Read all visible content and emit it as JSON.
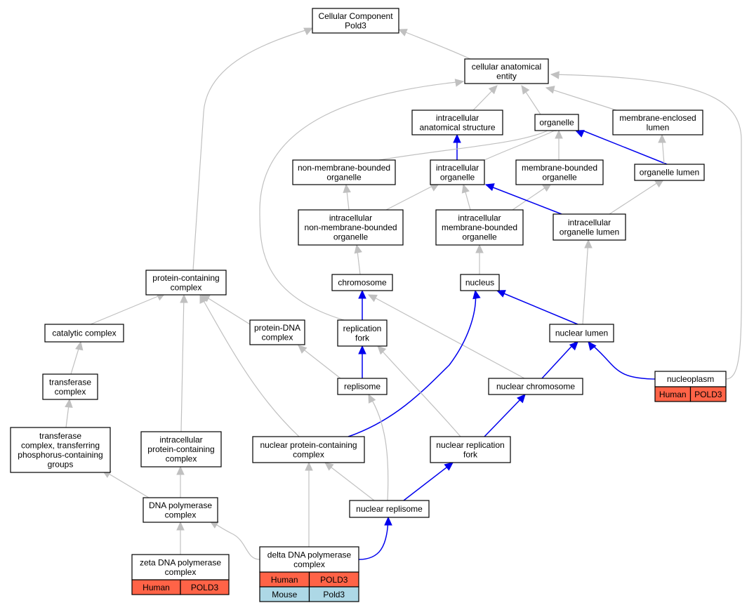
{
  "nodes": {
    "cellular_component": {
      "lines": [
        "Cellular Component",
        "Pold3"
      ]
    },
    "cellular_anatomical_entity": {
      "lines": [
        "cellular anatomical",
        "entity"
      ]
    },
    "intracellular_anatomical_structure": {
      "lines": [
        "intracellular",
        "anatomical structure"
      ]
    },
    "organelle": {
      "lines": [
        "organelle"
      ]
    },
    "membrane_enclosed_lumen": {
      "lines": [
        "membrane-enclosed",
        "lumen"
      ]
    },
    "non_membrane_bounded_organelle": {
      "lines": [
        "non-membrane-bounded",
        "organelle"
      ]
    },
    "intracellular_organelle": {
      "lines": [
        "intracellular",
        "organelle"
      ]
    },
    "membrane_bounded_organelle": {
      "lines": [
        "membrane-bounded",
        "organelle"
      ]
    },
    "organelle_lumen": {
      "lines": [
        "organelle lumen"
      ]
    },
    "intracellular_non_membrane_bounded_organelle": {
      "lines": [
        "intracellular",
        "non-membrane-bounded",
        "organelle"
      ]
    },
    "intracellular_membrane_bounded_organelle": {
      "lines": [
        "intracellular",
        "membrane-bounded",
        "organelle"
      ]
    },
    "intracellular_organelle_lumen": {
      "lines": [
        "intracellular",
        "organelle lumen"
      ]
    },
    "protein_containing_complex": {
      "lines": [
        "protein-containing",
        "complex"
      ]
    },
    "chromosome": {
      "lines": [
        "chromosome"
      ]
    },
    "nucleus": {
      "lines": [
        "nucleus"
      ]
    },
    "catalytic_complex": {
      "lines": [
        "catalytic complex"
      ]
    },
    "protein_dna_complex": {
      "lines": [
        "protein-DNA",
        "complex"
      ]
    },
    "replication_fork": {
      "lines": [
        "replication",
        "fork"
      ]
    },
    "nuclear_lumen": {
      "lines": [
        "nuclear lumen"
      ]
    },
    "transferase_complex": {
      "lines": [
        "transferase",
        "complex"
      ]
    },
    "replisome": {
      "lines": [
        "replisome"
      ]
    },
    "nuclear_chromosome": {
      "lines": [
        "nuclear chromosome"
      ]
    },
    "nucleoplasm": {
      "lines": [
        "nucleoplasm"
      ]
    },
    "transferase_complex_phospho": {
      "lines": [
        "transferase",
        "complex, transferring",
        "phosphorus-containing",
        "groups"
      ]
    },
    "intracellular_protein_containing_complex": {
      "lines": [
        "intracellular",
        "protein-containing",
        "complex"
      ]
    },
    "nuclear_protein_containing_complex": {
      "lines": [
        "nuclear protein-containing",
        "complex"
      ]
    },
    "nuclear_replication_fork": {
      "lines": [
        "nuclear replication",
        "fork"
      ]
    },
    "dna_polymerase_complex": {
      "lines": [
        "DNA polymerase",
        "complex"
      ]
    },
    "nuclear_replisome": {
      "lines": [
        "nuclear replisome"
      ]
    },
    "zeta_dna_polymerase_complex": {
      "lines": [
        "zeta DNA polymerase",
        "complex"
      ]
    },
    "delta_dna_polymerase_complex": {
      "lines": [
        "delta DNA polymerase",
        "complex"
      ]
    }
  },
  "annotations": {
    "nucleoplasm": [
      {
        "species": "Human",
        "gene": "POLD3",
        "color": "#ff6347"
      }
    ],
    "zeta_dna_polymerase_complex": [
      {
        "species": "Human",
        "gene": "POLD3",
        "color": "#ff6347"
      }
    ],
    "delta_dna_polymerase_complex": [
      {
        "species": "Human",
        "gene": "POLD3",
        "color": "#ff6347"
      },
      {
        "species": "Mouse",
        "gene": "Pold3",
        "color": "#add8e6"
      }
    ]
  },
  "colors": {
    "edge_default": "#c0c0c0",
    "edge_highlight": "#0000ee",
    "human_cell": "#ff6347",
    "mouse_cell": "#add8e6"
  }
}
